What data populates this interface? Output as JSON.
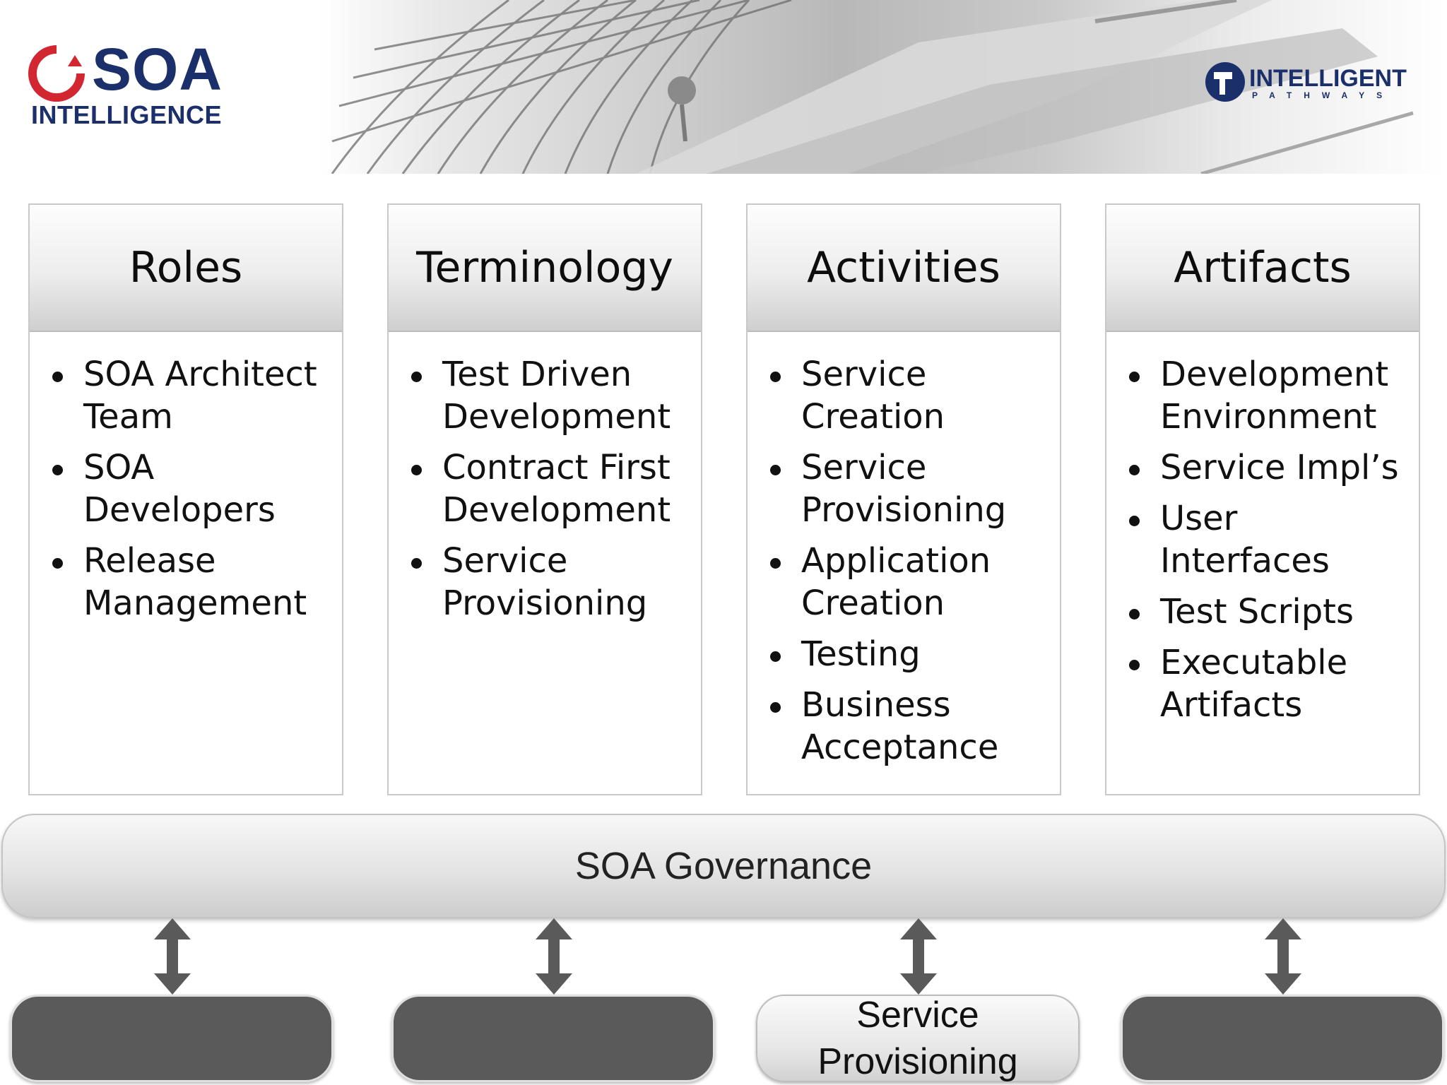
{
  "header": {
    "logo_left": {
      "main": "SOA",
      "sub": "INTELLIGENCE"
    },
    "logo_right": {
      "main": "INTELLIGENT",
      "sub": "PATHWAYS"
    }
  },
  "columns": [
    {
      "title": "Roles",
      "items": [
        "SOA Architect Team",
        "SOA Developers",
        "Release Management"
      ]
    },
    {
      "title": "Terminology",
      "items": [
        "Test Driven Development",
        "Contract First Development",
        "Service Provisioning"
      ]
    },
    {
      "title": "Activities",
      "items": [
        "Service Creation",
        "Service Provisioning",
        "Application Creation",
        "Testing",
        "Business Acceptance"
      ]
    },
    {
      "title": "Artifacts",
      "items": [
        "Development Environment",
        "Service Impl’s",
        "User Interfaces",
        "Test Scripts",
        "Executable Artifacts"
      ]
    }
  ],
  "governance": {
    "label": "SOA Governance"
  },
  "bottom_boxes": [
    {
      "label": ""
    },
    {
      "label": ""
    },
    {
      "label_line1": "Service",
      "label_line2": "Provisioning"
    },
    {
      "label": ""
    }
  ]
}
